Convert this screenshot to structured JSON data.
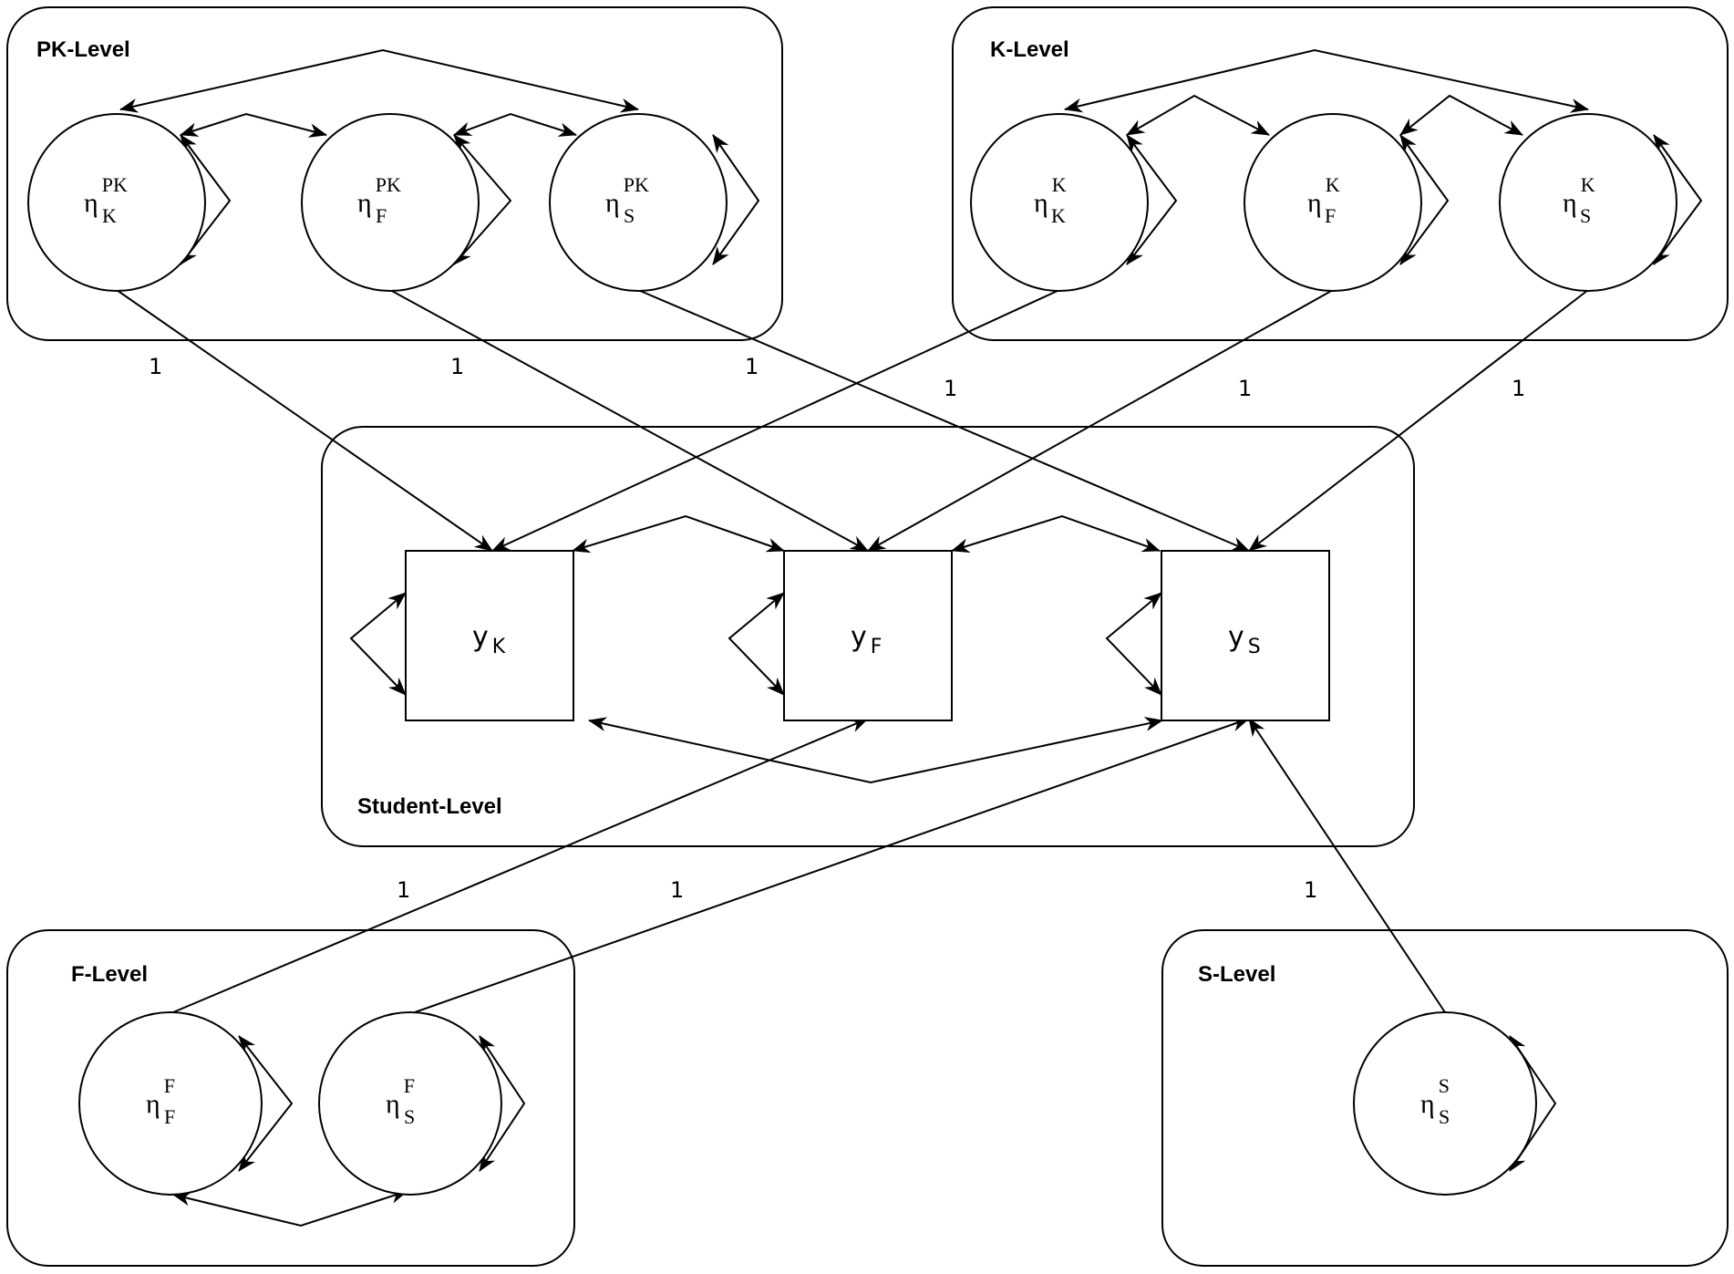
{
  "groups": {
    "pk": {
      "label": "PK-Level"
    },
    "k": {
      "label": "K-Level"
    },
    "student": {
      "label": "Student-Level"
    },
    "f": {
      "label": "F-Level"
    },
    "s": {
      "label": "S-Level"
    }
  },
  "latents": {
    "pk_k": {
      "symbol": "η",
      "sup": "PK",
      "sub": "K"
    },
    "pk_f": {
      "symbol": "η",
      "sup": "PK",
      "sub": "F"
    },
    "pk_s": {
      "symbol": "η",
      "sup": "PK",
      "sub": "S"
    },
    "k_k": {
      "symbol": "η",
      "sup": "K",
      "sub": "K"
    },
    "k_f": {
      "symbol": "η",
      "sup": "K",
      "sub": "F"
    },
    "k_s": {
      "symbol": "η",
      "sup": "K",
      "sub": "S"
    },
    "f_f": {
      "symbol": "η",
      "sup": "F",
      "sub": "F"
    },
    "f_s": {
      "symbol": "η",
      "sup": "F",
      "sub": "S"
    },
    "s_s": {
      "symbol": "η",
      "sup": "S",
      "sub": "S"
    }
  },
  "observed": {
    "yk": {
      "symbol": "y",
      "sub": "K"
    },
    "yf": {
      "symbol": "y",
      "sub": "F"
    },
    "ys": {
      "symbol": "y",
      "sub": "S"
    }
  },
  "loadings": {
    "pk_k": "1",
    "pk_f": "1",
    "pk_s": "1",
    "k_k": "1",
    "k_f": "1",
    "k_s": "1",
    "f_f": "1",
    "f_s": "1",
    "s_s": "1"
  }
}
